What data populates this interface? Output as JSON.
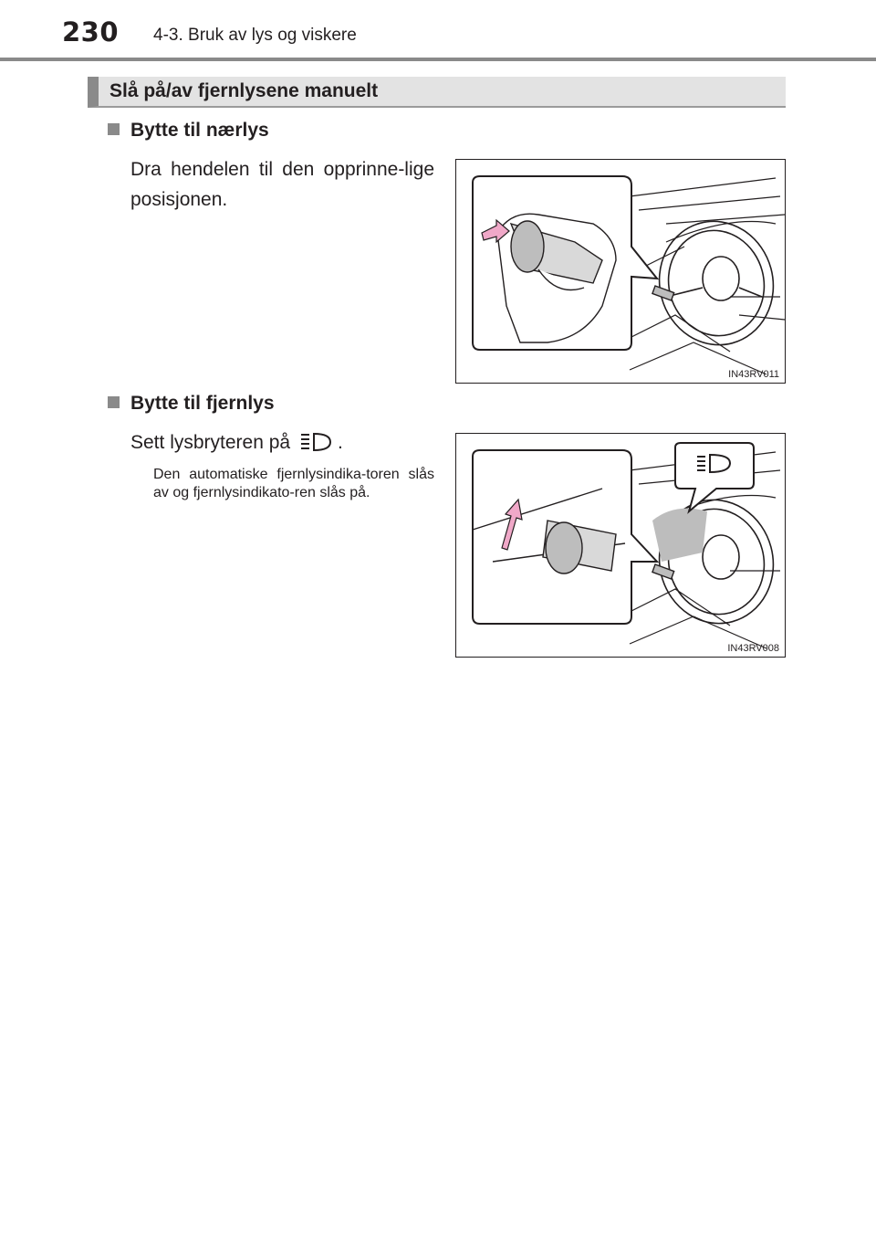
{
  "header": {
    "page_number": "230",
    "chapter_title": "4-3. Bruk av lys og viskere"
  },
  "section": {
    "title": "Slå på/av fjernlysene manuelt"
  },
  "items": [
    {
      "heading": "Bytte til nærlys",
      "text": "Dra hendelen til den opprinne-lige posisjonen.",
      "figure_code": "IN43RV011"
    },
    {
      "heading": "Bytte til fjernlys",
      "text_before_icon": "Sett lysbryteren på",
      "text_after_icon": ".",
      "icon": "high-beam-icon",
      "note": "Den automatiske fjernlysindika-toren slås av og fjernlysindikato-ren slås på.",
      "figure_code": "IN43RV008"
    }
  ],
  "colors": {
    "accent_gray": "#8a8a8a",
    "section_bg": "#e3e3e3",
    "arrow_pink": "#f0a8c8"
  }
}
